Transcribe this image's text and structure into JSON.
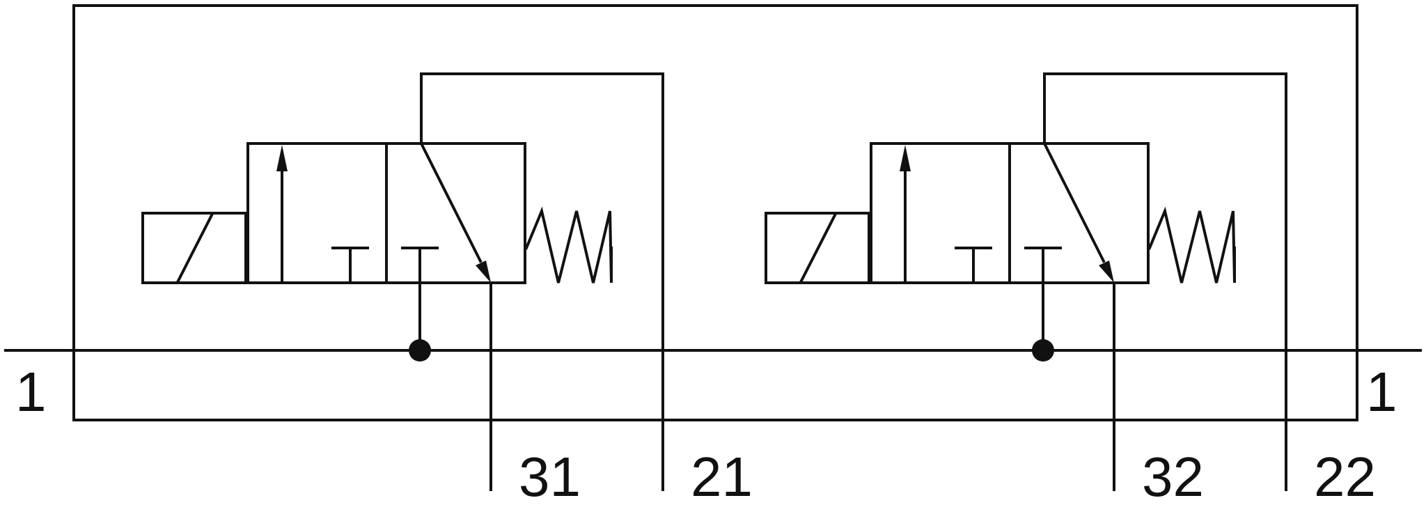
{
  "diagram": {
    "type": "pneumatic-schematic",
    "symbols": [
      "solenoid",
      "3/2-valve",
      "spring-return",
      "junction-dot"
    ],
    "ports": {
      "supply_left": "1",
      "supply_right": "1",
      "valve1_exhaust": "31",
      "valve1_output": "21",
      "valve2_exhaust": "32",
      "valve2_output": "22"
    }
  }
}
